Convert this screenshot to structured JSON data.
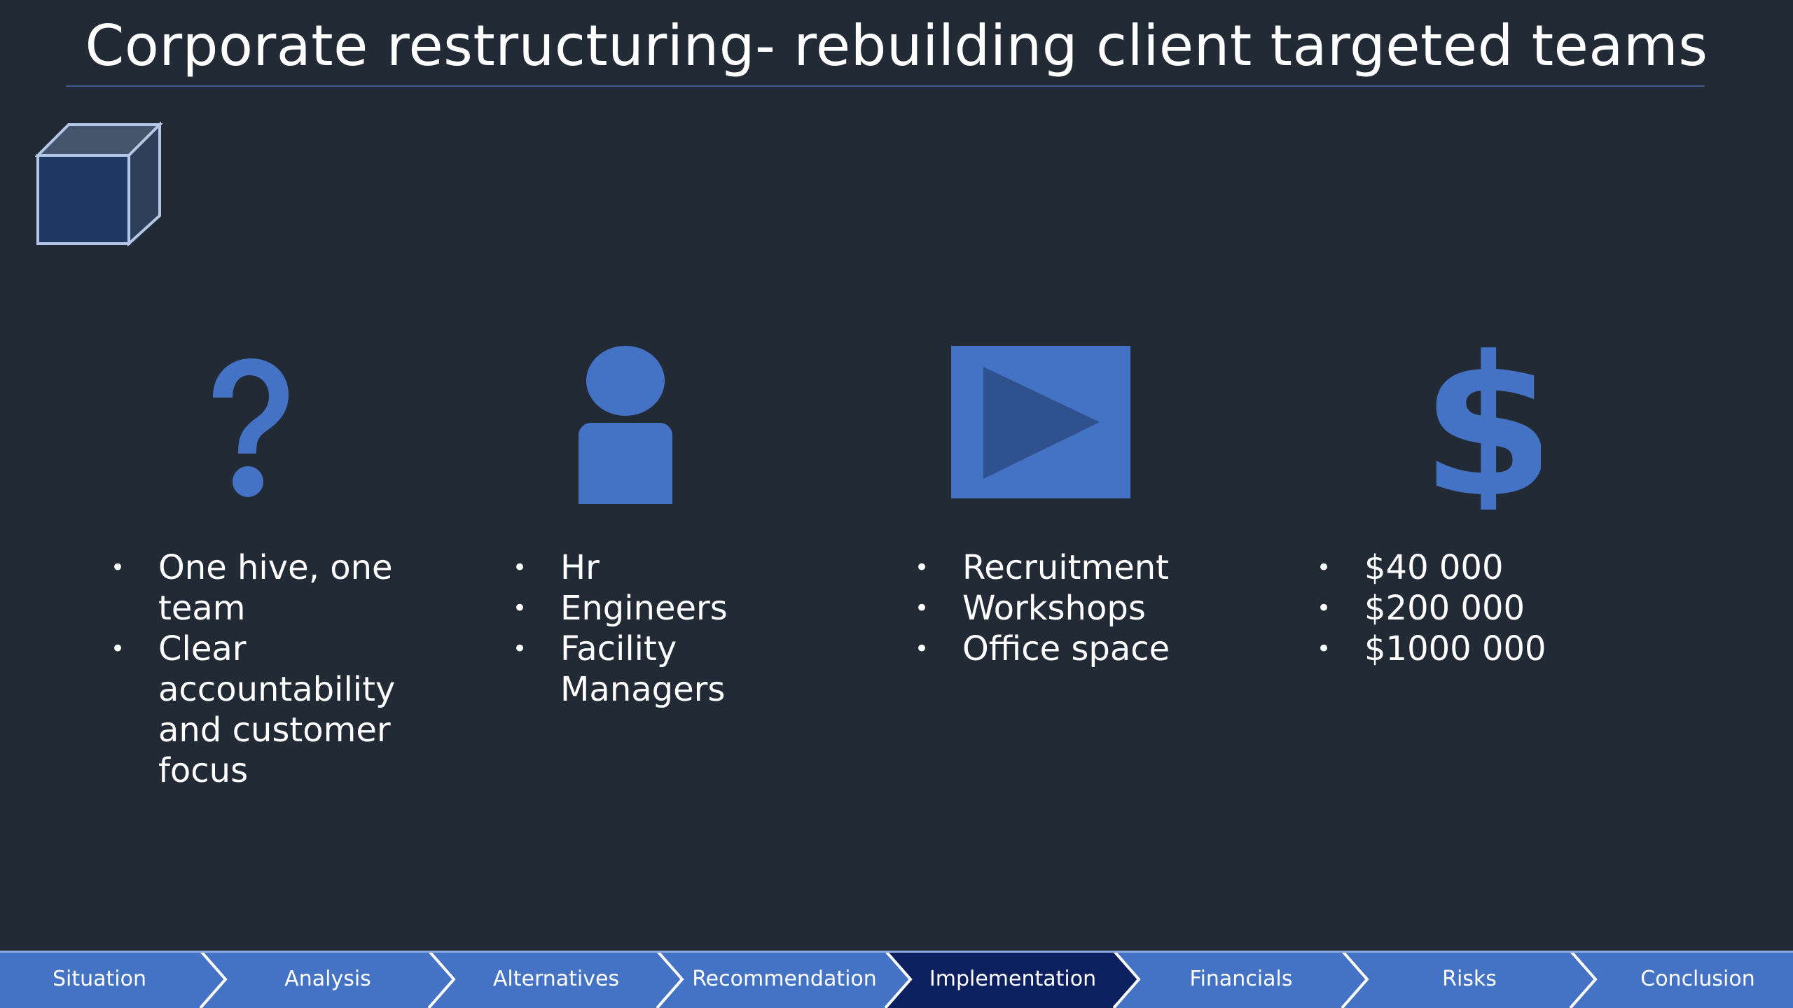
{
  "slide": {
    "title": "Corporate restructuring- rebuilding client targeted teams"
  },
  "icons": {
    "deco": "cube-icon",
    "col1": "question-mark-icon",
    "col2": "person-icon",
    "col3": "play-icon",
    "col4": "dollar-icon"
  },
  "columns": [
    {
      "items": [
        "One hive, one team",
        "Clear accountability and customer focus"
      ]
    },
    {
      "items": [
        "Hr",
        "Engineers",
        "Facility Managers"
      ]
    },
    {
      "items": [
        "Recruitment",
        "Workshops",
        "Office space"
      ]
    },
    {
      "items": [
        "$40 000",
        "$200 000",
        "$1000 000"
      ]
    }
  ],
  "nav": {
    "items": [
      {
        "label": "Situation"
      },
      {
        "label": "Analysis"
      },
      {
        "label": "Alternatives"
      },
      {
        "label": "Recommendation"
      },
      {
        "label": "Implementation"
      },
      {
        "label": "Financials"
      },
      {
        "label": "Risks"
      },
      {
        "label": "Conclusion"
      }
    ],
    "active_index": 4
  },
  "colors": {
    "background": "#222a35",
    "accent": "#4472c4",
    "nav_active": "#0c2060",
    "cube": "#1f3864"
  }
}
